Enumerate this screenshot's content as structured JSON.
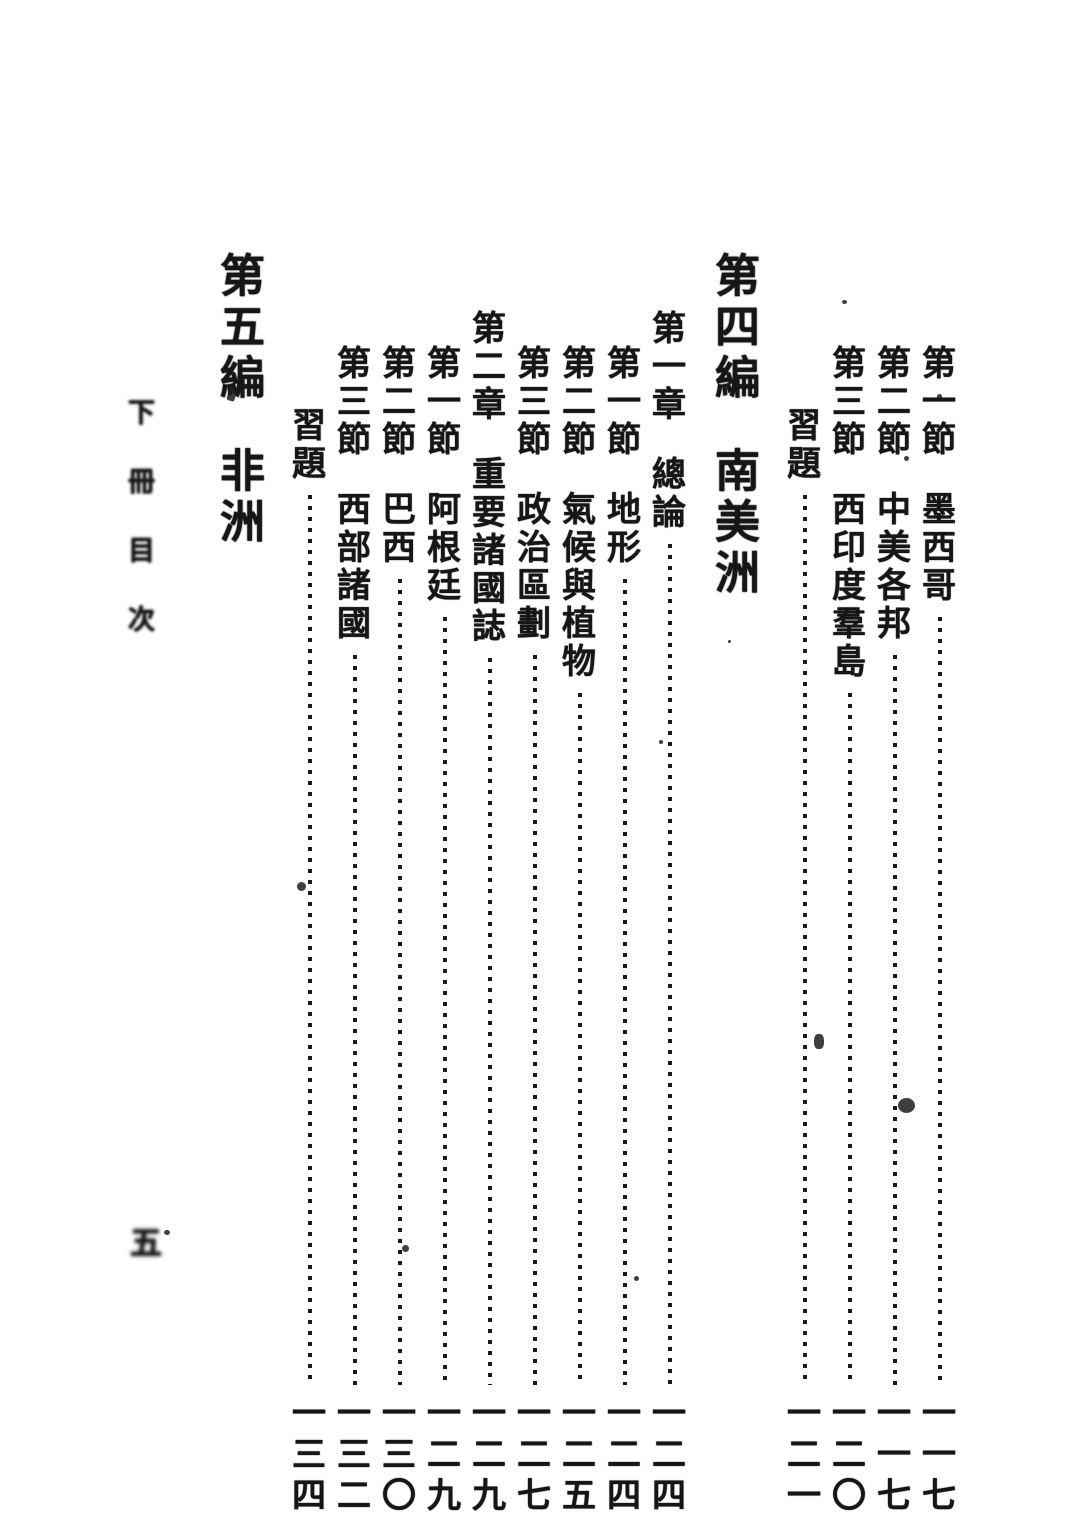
{
  "page": {
    "margin_caption": "下冊目次",
    "folio_mark": "五",
    "ink_color": "#161616",
    "paper_color": "#ffffff"
  },
  "toc": {
    "entries": [
      {
        "type": "section",
        "label": "第一節",
        "title": "墨西哥",
        "page": "一一七"
      },
      {
        "type": "section",
        "label": "第二節",
        "title": "中美各邦",
        "page": "一一七"
      },
      {
        "type": "section",
        "label": "第三節",
        "title": "西印度羣島",
        "page": "一二〇"
      },
      {
        "type": "exercise",
        "label": "習題",
        "title": "",
        "page": "一二一"
      },
      {
        "type": "part",
        "label": "第四編",
        "title": "南美洲",
        "page": ""
      },
      {
        "type": "chapter",
        "label": "第一章",
        "title": "總論",
        "page": "一二四"
      },
      {
        "type": "section",
        "label": "第一節",
        "title": "地形",
        "page": "一二四"
      },
      {
        "type": "section",
        "label": "第二節",
        "title": "氣候與植物",
        "page": "一二五"
      },
      {
        "type": "section",
        "label": "第三節",
        "title": "政治區劃",
        "page": "一二七"
      },
      {
        "type": "chapter",
        "label": "第二章",
        "title": "重要諸國誌",
        "page": "一二九"
      },
      {
        "type": "section",
        "label": "第一節",
        "title": "阿根廷",
        "page": "一二九"
      },
      {
        "type": "section",
        "label": "第二節",
        "title": "巴西",
        "page": "一三〇"
      },
      {
        "type": "section",
        "label": "第三節",
        "title": "西部諸國",
        "page": "一三二"
      },
      {
        "type": "exercise",
        "label": "習題",
        "title": "",
        "page": "一三四"
      },
      {
        "type": "part",
        "label": "第五編",
        "title": "非洲",
        "page": ""
      }
    ]
  }
}
